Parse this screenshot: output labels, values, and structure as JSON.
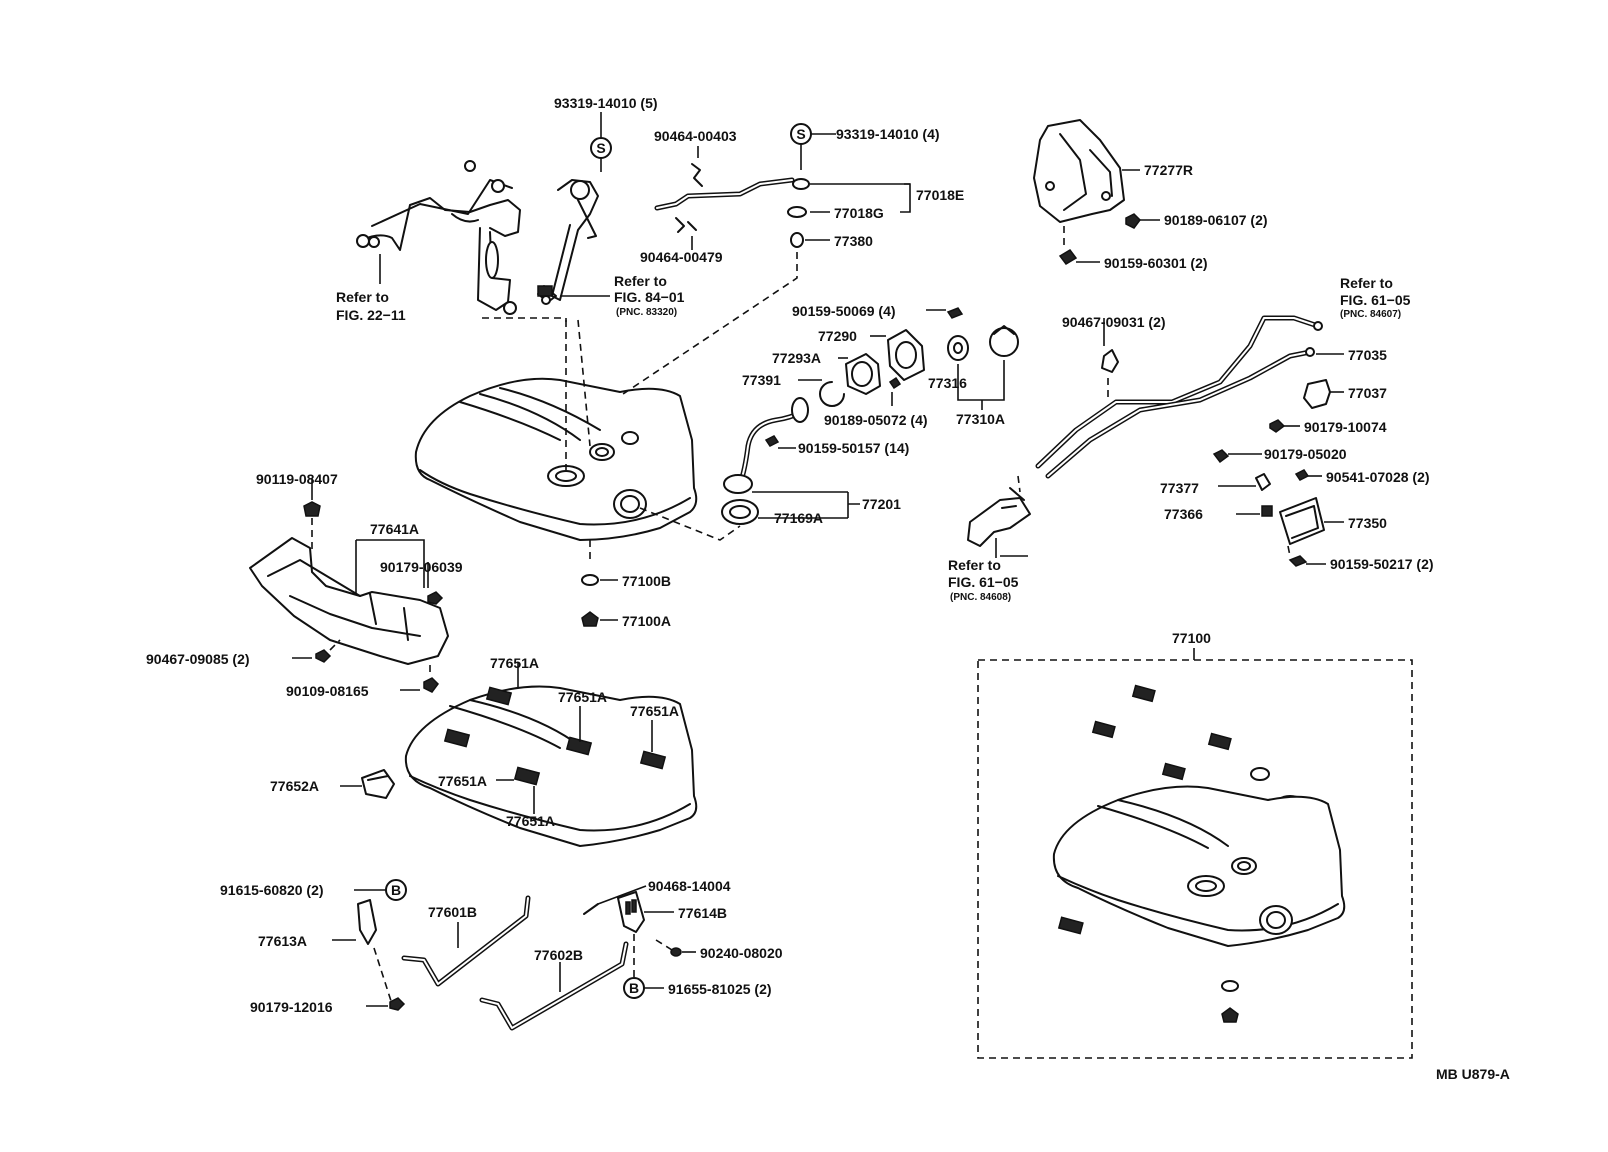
{
  "labels": {
    "p93319_14010_5": "93319-14010 (5)",
    "p93319_14010_4": "93319-14010 (4)",
    "p90464_00403": "90464-00403",
    "p90464_00479": "90464-00479",
    "p77018E": "77018E",
    "p77018G": "77018G",
    "p77380": "77380",
    "p77277R": "77277R",
    "p90189_06107": "90189-06107 (2)",
    "p90159_60301": "90159-60301 (2)",
    "ref22_a": "Refer to",
    "ref22_b": "FIG. 22−11",
    "ref84_a": "Refer to",
    "ref84_b": "FIG. 84−01",
    "ref84_c": "(PNC. 83320)",
    "p90159_50069": "90159-50069 (4)",
    "p77290": "77290",
    "p77293A": "77293A",
    "p77391": "77391",
    "p77316": "77316",
    "p77310A": "77310A",
    "p90189_05072": "90189-05072 (4)",
    "p90159_50157": "90159-50157 (14)",
    "p77201": "77201",
    "p77169A": "77169A",
    "p90467_09031": "90467-09031 (2)",
    "ref61a_a": "Refer to",
    "ref61a_b": "FIG. 61−05",
    "ref61a_c": "(PNC. 84607)",
    "p77035": "77035",
    "p77037": "77037",
    "p90179_10074": "90179-10074",
    "p90179_05020": "90179-05020",
    "p77377": "77377",
    "p90541_07028": "90541-07028 (2)",
    "p77366": "77366",
    "p77350": "77350",
    "p90159_50217": "90159-50217 (2)",
    "ref61b_a": "Refer to",
    "ref61b_b": "FIG. 61−05",
    "ref61b_c": "(PNC. 84608)",
    "p90119_08407": "90119-08407",
    "p77641A": "77641A",
    "p90179_06039": "90179-06039",
    "p90467_09085": "90467-09085 (2)",
    "p90109_08165": "90109-08165",
    "p77100B": "77100B",
    "p77100A": "77100A",
    "p77651A_1": "77651A",
    "p77651A_2": "77651A",
    "p77651A_3": "77651A",
    "p77651A_4": "77651A",
    "p77651A_5": "77651A",
    "p77652A": "77652A",
    "p77100": "77100",
    "p91615_60820": "91615-60820 (2)",
    "p77613A": "77613A",
    "p77601B": "77601B",
    "p90179_12016": "90179-12016",
    "p90468_14004": "90468-14004",
    "p77614B": "77614B",
    "p90240_08020": "90240-08020",
    "p77602B": "77602B",
    "p91655_81025": "91655-81025 (2)",
    "code": "MB U879-A"
  },
  "symbols": {
    "s_letter": "S",
    "b_letter": "B"
  }
}
